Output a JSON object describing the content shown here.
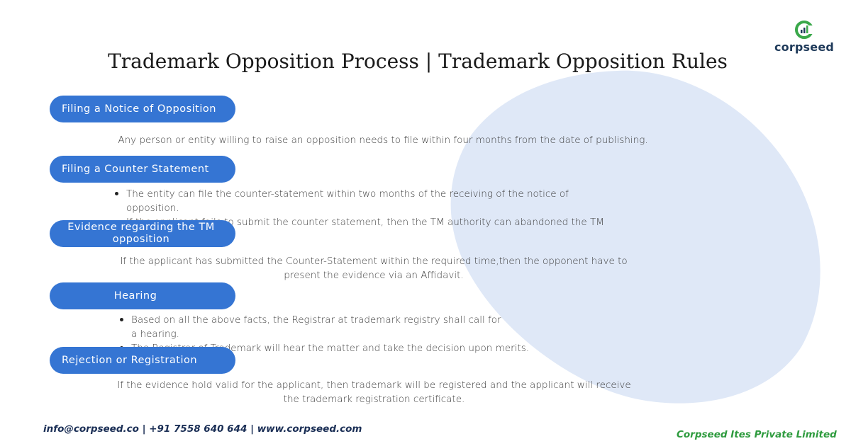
{
  "brand": {
    "name": "corpseed",
    "colors": {
      "logo_green": "#3aa84a",
      "logo_navy": "#1f3a5a",
      "pill_blue": "#3575d3",
      "blob": "#dfe8f7"
    }
  },
  "title": "Trademark Opposition Process | Trademark Opposition Rules",
  "steps": [
    {
      "label": "Filing a Notice of Opposition",
      "text": "Any person or entity willing to raise an opposition needs to file within four months from the date of publishing."
    },
    {
      "label": "Filing a Counter Statement",
      "bullets": [
        "The entity can file the counter-statement within two months of the receiving of the notice of opposition.",
        "If the applicant fails to submit the counter statement, then the TM authority can abandoned the TM application"
      ]
    },
    {
      "label": "Evidence regarding the TM\nopposition",
      "text": "If the applicant has submitted the Counter-Statement within the required time,then the opponent have to present the evidence via an Affidavit."
    },
    {
      "label": "Hearing",
      "bullets": [
        "Based on all the above facts, the Registrar at trademark registry shall call for a hearing.",
        "The Registrar of Trademark will hear the matter and take the decision upon merits."
      ]
    },
    {
      "label": "Rejection or Registration",
      "text": "If the evidence hold valid for the applicant, then trademark will be registered and the applicant will receive the trademark registration certificate."
    }
  ],
  "footer": {
    "contact": "info@corpseed.co | +91 7558 640 644 | www.corpseed.com",
    "company": "Corpseed Ites Private Limited"
  }
}
